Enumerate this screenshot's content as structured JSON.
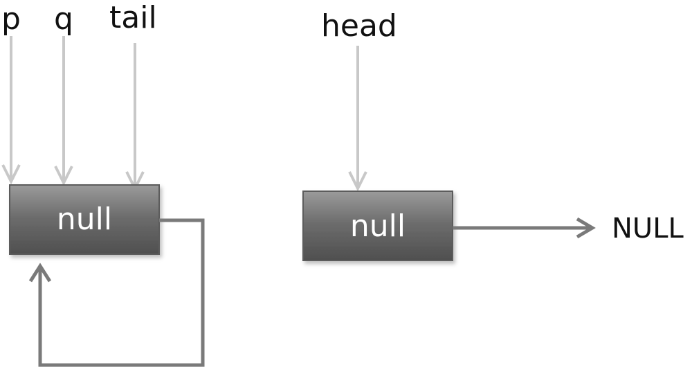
{
  "pointers": {
    "p": "p",
    "q": "q",
    "tail": "tail",
    "head": "head"
  },
  "nodes": {
    "left_value": "null",
    "right_value": "null"
  },
  "terminal": "NULL",
  "colors": {
    "node_fill_top": "#9a9a9a",
    "node_fill_bottom": "#555555",
    "pointer_arrow": "#c8c8c8",
    "link_arrow": "#7a7a7a"
  }
}
